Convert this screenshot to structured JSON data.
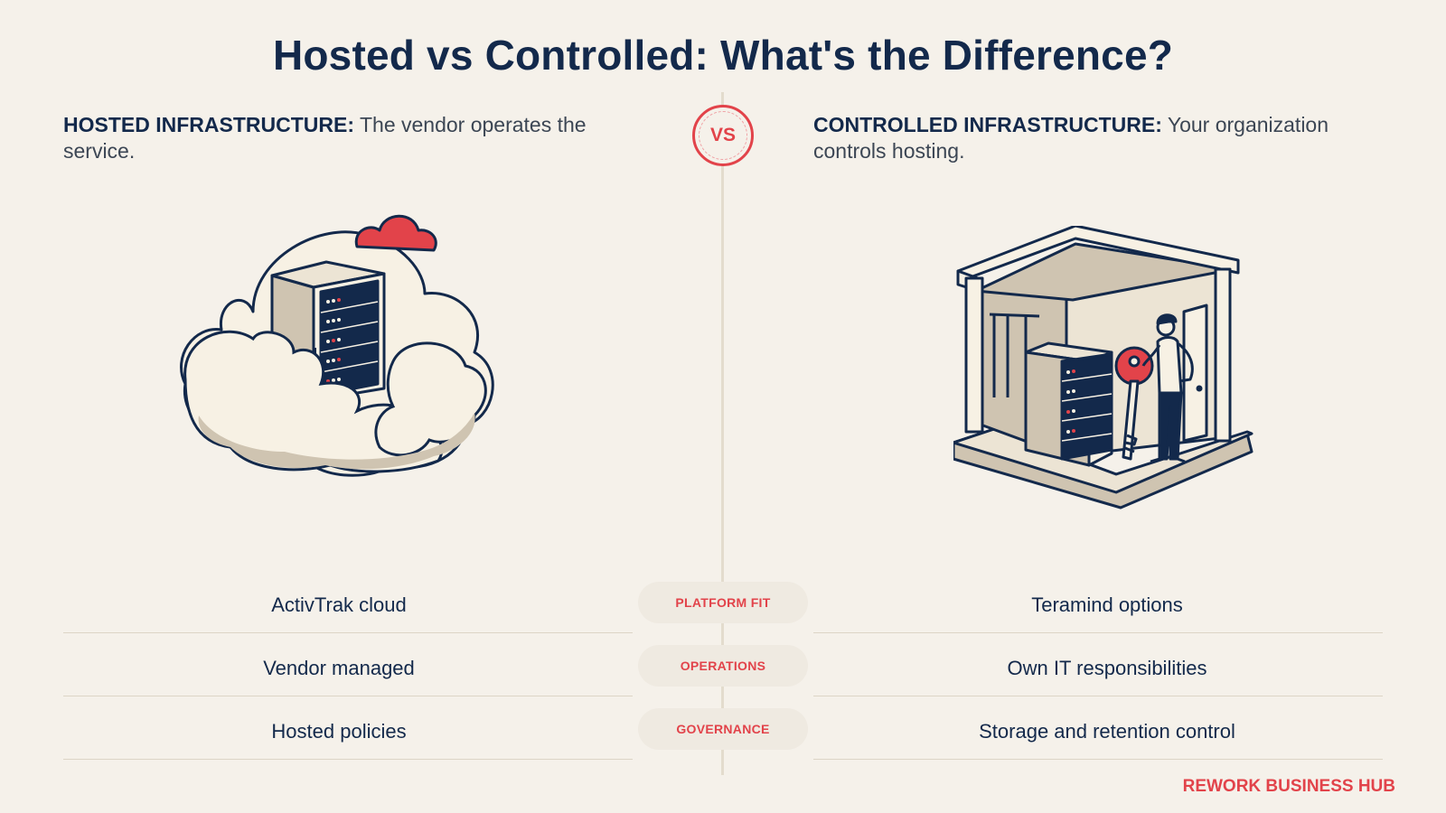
{
  "title": "Hosted vs Controlled: What's the Difference?",
  "vs_label": "VS",
  "left": {
    "heading_bold": "HOSTED INFRASTRUCTURE:",
    "heading_text": " The vendor operates the service.",
    "illustration": "cloud-server-illustration"
  },
  "right": {
    "heading_bold": "CONTROLLED INFRASTRUCTURE:",
    "heading_text": " Your organization controls hosting.",
    "illustration": "on-premise-room-with-key-illustration"
  },
  "comparison": [
    {
      "category": "PLATFORM FIT",
      "left": "ActivTrak cloud",
      "right": "Teramind options"
    },
    {
      "category": "OPERATIONS",
      "left": "Vendor managed",
      "right": "Own IT responsibilities"
    },
    {
      "category": "GOVERNANCE",
      "left": "Hosted policies",
      "right": "Storage and retention control"
    }
  ],
  "brand": "REWORK BUSINESS HUB",
  "colors": {
    "navy": "#13294b",
    "accent_red": "#e2434a",
    "background": "#f5f1ea",
    "beige": "#cfc4b1"
  }
}
